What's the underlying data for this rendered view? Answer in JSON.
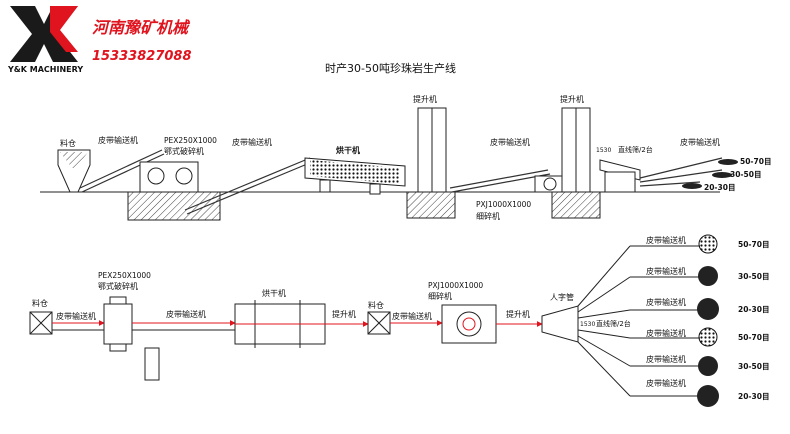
{
  "brand": {
    "company_cn": "河南豫矿机械",
    "phone": "15333827088",
    "logo_en": "Y&K MACHINERY",
    "colors": {
      "accent": "#e0141e",
      "logo_dark": "#1a1a1a"
    }
  },
  "title": "时产30-50吨珍珠岩生产线",
  "elevation": {
    "feed_bin": "料仓",
    "belt1": "皮带输送机",
    "jaw_model": "PEX250X1000",
    "jaw_name": "鄂式破碎机",
    "belt2": "皮带输送机",
    "dryer": "烘干机",
    "elevator1": "提升机",
    "belt3": "皮带输送机",
    "fine_model": "PXJ1000X1000",
    "fine_name": "细碎机",
    "elevator2": "提升机",
    "screen": "直线筛/2台",
    "screen_model": "1530",
    "belt4": "皮带输送机",
    "out1": "50-70目",
    "out2": "30-50目",
    "out3": "20-30目"
  },
  "plan": {
    "feed_bin": "料仓",
    "belt1": "皮带输送机",
    "jaw_model": "PEX250X1000",
    "jaw_name": "鄂式破碎机",
    "belt2": "皮带输送机",
    "dryer": "烘干机",
    "elevator1": "提升机",
    "feed_bin2": "料仓",
    "belt3": "皮带输送机",
    "fine_model": "PXJ1000X1000",
    "fine_name": "细碎机",
    "elevator2": "提升机",
    "pipe": "人字管",
    "screen": "直线筛/2台",
    "screen_model": "1530",
    "outputs": [
      {
        "belt": "皮带输送机",
        "mesh": "50-70目"
      },
      {
        "belt": "皮带输送机",
        "mesh": "30-50目"
      },
      {
        "belt": "皮带输送机",
        "mesh": "20-30目"
      },
      {
        "belt": "皮带输送机",
        "mesh": "50-70目"
      },
      {
        "belt": "皮带输送机",
        "mesh": "30-50目"
      },
      {
        "belt": "皮带输送机",
        "mesh": "20-30目"
      }
    ]
  }
}
